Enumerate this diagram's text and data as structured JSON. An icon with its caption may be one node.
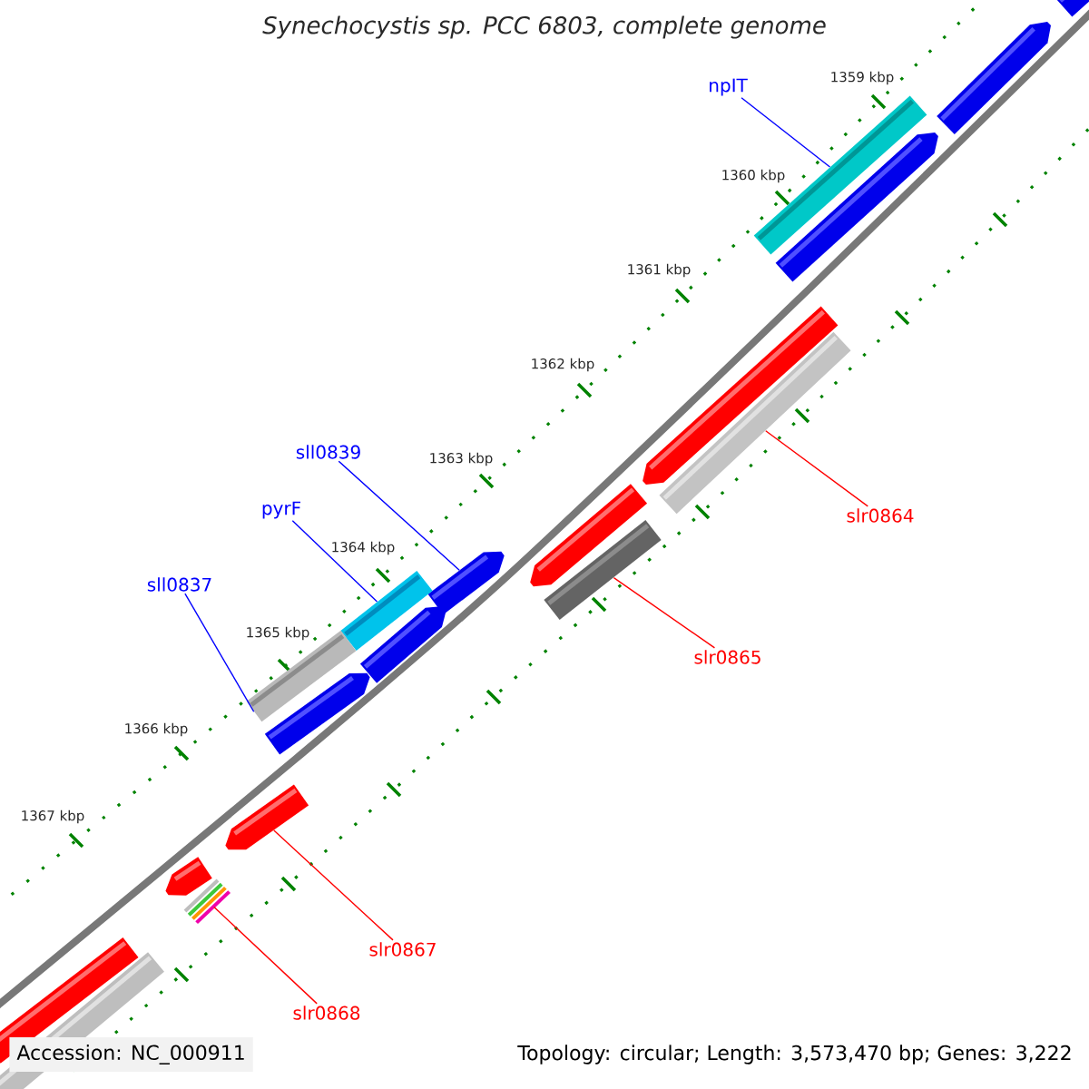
{
  "diagram": {
    "title": "Synechocystis sp. PCC 6803, complete genome",
    "nodes": [
      {
        "text": [
          "npIT"
        ]
      },
      {
        "text": [
          "sll0839"
        ]
      },
      {
        "text": [
          "pyrF"
        ]
      },
      {
        "text": [
          "sll0837"
        ]
      },
      {
        "text": [
          "slr0864"
        ]
      },
      {
        "text": [
          "slr0865"
        ]
      },
      {
        "text": [
          "slr0867"
        ]
      },
      {
        "text": [
          "slr0868"
        ]
      },
      {
        "text": [],
        "shape": "bar"
      },
      {
        "text": [],
        "shape": "bar"
      },
      {
        "text": [],
        "shape": "bar"
      },
      {
        "text": [],
        "shape": "bar"
      },
      {
        "text": [],
        "shape": "bar"
      },
      {
        "text": [],
        "shape": "bar"
      },
      {
        "text": [],
        "shape": "bar"
      },
      {
        "text": [],
        "shape": "bar"
      }
    ],
    "edges": [
      {
        "from": 0,
        "to": 8,
        "arrow": "none",
        "color": "#0000ff"
      },
      {
        "from": 1,
        "to": 9,
        "arrow": "none",
        "color": "#0000ff"
      },
      {
        "from": 2,
        "to": 10,
        "arrow": "none",
        "color": "#0000ff"
      },
      {
        "from": 3,
        "to": 11,
        "arrow": "none",
        "color": "#0000ff"
      },
      {
        "from": 4,
        "to": 12,
        "arrow": "none",
        "color": "#ff0000"
      },
      {
        "from": 5,
        "to": 13,
        "arrow": "none",
        "color": "#ff0000"
      },
      {
        "from": 6,
        "to": 14,
        "arrow": "none",
        "color": "#ff0000"
      },
      {
        "from": 7,
        "to": 15,
        "arrow": "none",
        "color": "#ff0000"
      }
    ],
    "labels": [
      "1359 kbp",
      "1360 kbp",
      "1361 kbp",
      "1362 kbp",
      "1363 kbp",
      "1364 kbp",
      "1365 kbp",
      "1366 kbp",
      "1367 kbp",
      "Accession: NC_000911",
      "Topology: circular; Length: 3,573,470 bp; Genes: 3,222"
    ]
  }
}
